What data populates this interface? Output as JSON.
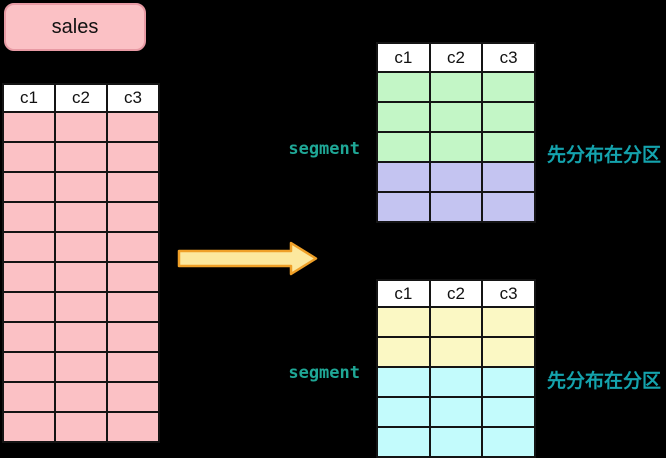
{
  "source_table": {
    "title": "sales",
    "columns": [
      "c1",
      "c2",
      "c3"
    ],
    "groups": [
      {
        "color": "#FBC1C5",
        "rows": 11
      }
    ]
  },
  "arrow": {
    "fill": "#FCE89E",
    "stroke": "#EFA028"
  },
  "targets": [
    {
      "segment_label": "segment",
      "partition_label": "先分布在分区",
      "columns": [
        "c1",
        "c2",
        "c3"
      ],
      "groups": [
        {
          "color": "#C3F6C6",
          "rows": 3
        },
        {
          "color": "#C4C4F1",
          "rows": 2
        }
      ]
    },
    {
      "segment_label": "segment",
      "partition_label": "先分布在分区",
      "columns": [
        "c1",
        "c2",
        "c3"
      ],
      "groups": [
        {
          "color": "#FBF8C4",
          "rows": 2
        },
        {
          "color": "#C3FBFC",
          "rows": 3
        }
      ]
    }
  ],
  "colors": {
    "background": "#000000",
    "pink": "#FBC1C5",
    "pink_border": "#E89AA4",
    "green": "#C3F6C6",
    "purple": "#C4C4F1",
    "yellow": "#FBF8C4",
    "cyan": "#C3FBFC",
    "header_bg": "#FFFFFF",
    "cell_border": "#141414",
    "accent_teal": "#1FA796",
    "arrow_fill": "#FCE89E",
    "arrow_stroke": "#EFA028"
  }
}
